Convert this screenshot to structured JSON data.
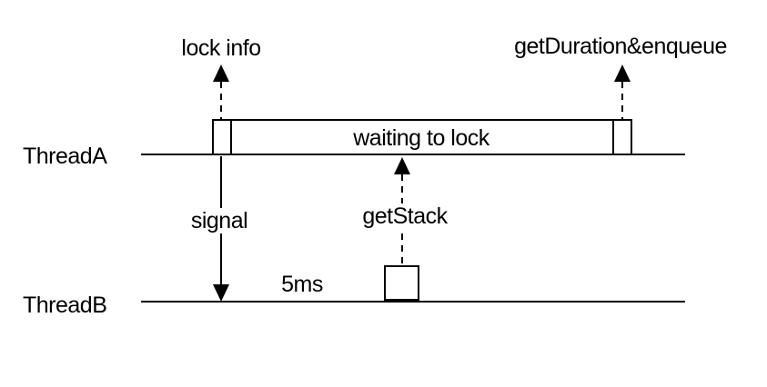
{
  "diagram": {
    "threads": [
      {
        "label": "ThreadA"
      },
      {
        "label": "ThreadB"
      }
    ],
    "annotations": {
      "lock_info": "lock info",
      "get_duration_enqueue": "getDuration&enqueue",
      "waiting_to_lock": "waiting to lock",
      "signal": "signal",
      "get_stack": "getStack",
      "five_ms": "5ms"
    },
    "colors": {
      "stroke": "#000000",
      "text": "#000000",
      "background": "#ffffff"
    }
  }
}
